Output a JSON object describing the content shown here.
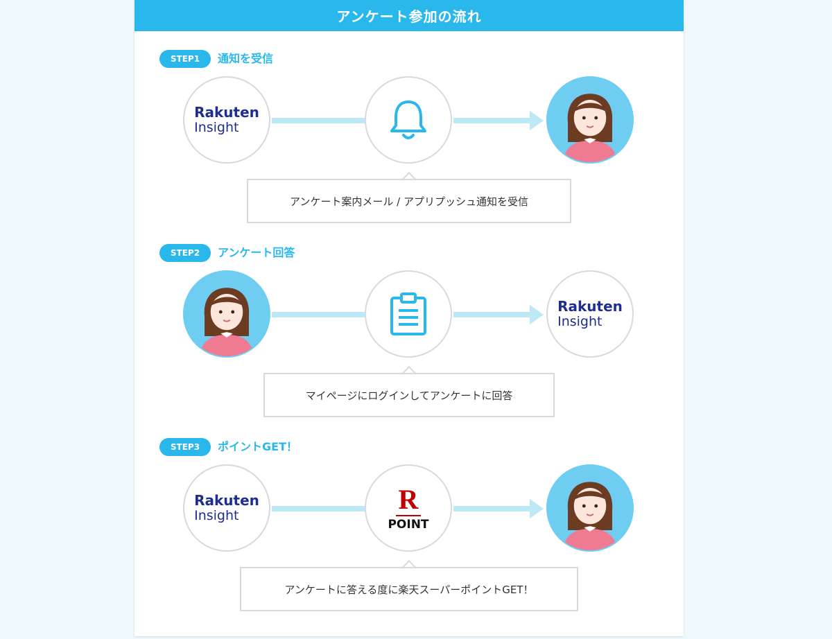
{
  "title": "アンケート参加の流れ",
  "logo": {
    "line1": "Rakuten",
    "line2": "Insight"
  },
  "point_logo": {
    "mark": "R",
    "label": "POINT"
  },
  "steps": [
    {
      "badge": "STEP1",
      "title": "通知を受信",
      "description": "アンケート案内メール / アプリプッシュ通知を受信",
      "icons": [
        "rakuten-insight-logo",
        "bell-icon",
        "woman-avatar"
      ]
    },
    {
      "badge": "STEP2",
      "title": "アンケート回答",
      "description": "マイページにログインしてアンケートに回答",
      "icons": [
        "woman-avatar",
        "clipboard-icon",
        "rakuten-insight-logo"
      ]
    },
    {
      "badge": "STEP3",
      "title": "ポイントGET！",
      "description": "アンケートに答える度に楽天スーパーポイントGET！",
      "icons": [
        "rakuten-insight-logo",
        "rakuten-point-logo",
        "woman-avatar"
      ]
    }
  ],
  "colors": {
    "accent": "#2ab8ec",
    "connector": "#bde8f6",
    "avatar_bg": "#6fcdf1",
    "logo_blue": "#1d2e8f",
    "point_red": "#bf0000"
  }
}
